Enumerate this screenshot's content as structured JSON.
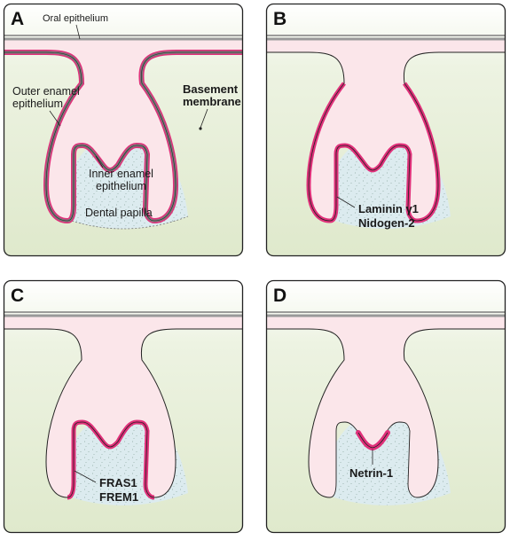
{
  "colors": {
    "background_green": "#e3ecd2",
    "epithelium_pink": "#fbe6ea",
    "papilla_blue": "#dcebef",
    "basement_membrane": "#e0307a",
    "outline": "#222222",
    "grey_band": "#8a8a8a",
    "speckle": "#9fb3a8"
  },
  "panels": [
    {
      "letter": "A",
      "labels": {
        "oral_epithelium": "Oral epithelium",
        "outer_enamel_1": "Outer enamel",
        "outer_enamel_2": "epithelium",
        "basement_1": "Basement",
        "basement_2": "membrane",
        "inner_enamel_1": "Inner enamel",
        "inner_enamel_2": "epithelium",
        "dental_papilla": "Dental papilla"
      }
    },
    {
      "letter": "B",
      "labels": {
        "line1": "Laminin γ1",
        "line2": "Nidogen-2"
      }
    },
    {
      "letter": "C",
      "labels": {
        "line1": "FRAS1",
        "line2": "FREM1"
      }
    },
    {
      "letter": "D",
      "labels": {
        "line1": "Netrin-1"
      }
    }
  ]
}
